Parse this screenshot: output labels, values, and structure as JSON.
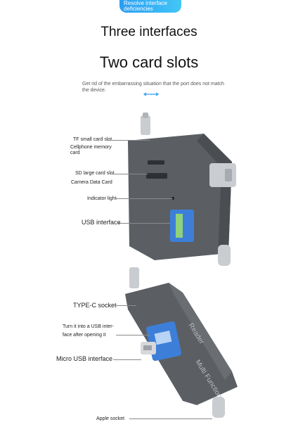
{
  "badge": {
    "line1": "Resolve interface",
    "line2": "deficiencies"
  },
  "heading": {
    "line1": "Three interfaces",
    "line2": "Two card slots"
  },
  "subtext": {
    "line1": "Get rid of the embarrassing situation that the port does not match",
    "line2": "the device."
  },
  "labels_top": {
    "tf": "TF small card slot",
    "cellphone_1": "Cellphone memory",
    "cellphone_2": "card",
    "sd": "SD large card slot",
    "camera": "Camera Data Card",
    "indicator": "Indicator light",
    "usb": "USB interface"
  },
  "labels_bottom": {
    "typec": "TYPE-C socket",
    "turn_1": "Turn it into a USB inter-",
    "turn_2": "face after opening it",
    "micro": "Micro USB interface",
    "apple": "Apple socket"
  },
  "device_text": {
    "brand": "Multi Function",
    "reader": "Reader"
  },
  "colors": {
    "accent": "#2a9df4",
    "device_body": "#5b5f64",
    "usb_blue": "#3d7fd8"
  }
}
